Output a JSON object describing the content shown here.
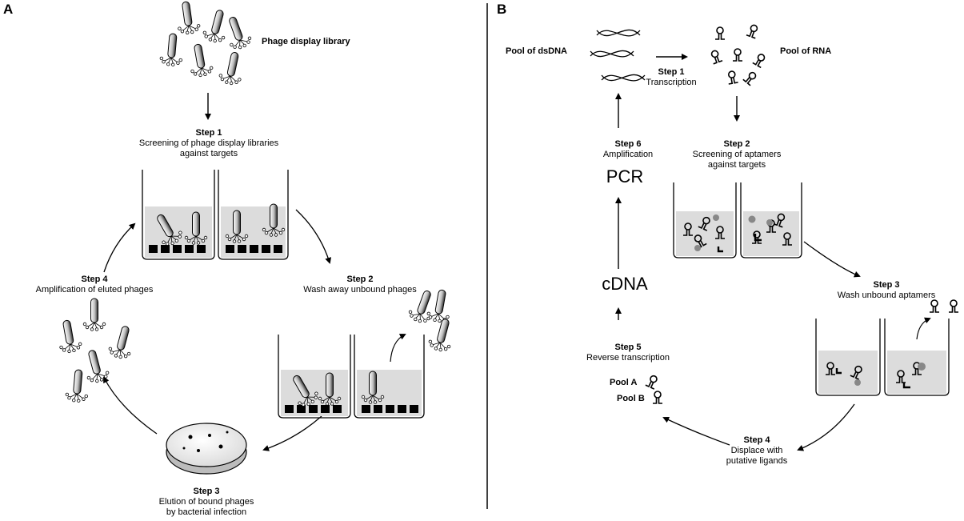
{
  "panels": {
    "a": "A",
    "b": "B"
  },
  "left": {
    "library_label": "Phage display library",
    "step1": {
      "title": "Step 1",
      "desc_line1": "Screening of phage display libraries",
      "desc_line2": "against targets"
    },
    "step2": {
      "title": "Step 2",
      "desc_line1": "Wash away unbound phages"
    },
    "step3": {
      "title": "Step 3",
      "desc_line1": "Elution of bound phages",
      "desc_line2": "by bacterial infection"
    },
    "step4": {
      "title": "Step 4",
      "desc_line1": "Amplification of eluted phages"
    }
  },
  "right": {
    "dsdna_label": "Pool of dsDNA",
    "rna_label": "Pool of RNA",
    "step1": {
      "title": "Step 1",
      "desc_line1": "Transcription"
    },
    "step2": {
      "title": "Step 2",
      "desc_line1": "Screening of aptamers",
      "desc_line2": "against targets"
    },
    "step3": {
      "title": "Step 3",
      "desc_line1": "Wash unbound aptamers"
    },
    "step4": {
      "title": "Step 4",
      "desc_line1": "Displace with",
      "desc_line2": "putative ligands"
    },
    "step5": {
      "title": "Step 5",
      "desc_line1": "Reverse transcription"
    },
    "step6": {
      "title": "Step 6",
      "desc_line1": "Amplification"
    },
    "pcr": "PCR",
    "cdna": "cDNA",
    "pool_a": "Pool A",
    "pool_b": "Pool B"
  }
}
